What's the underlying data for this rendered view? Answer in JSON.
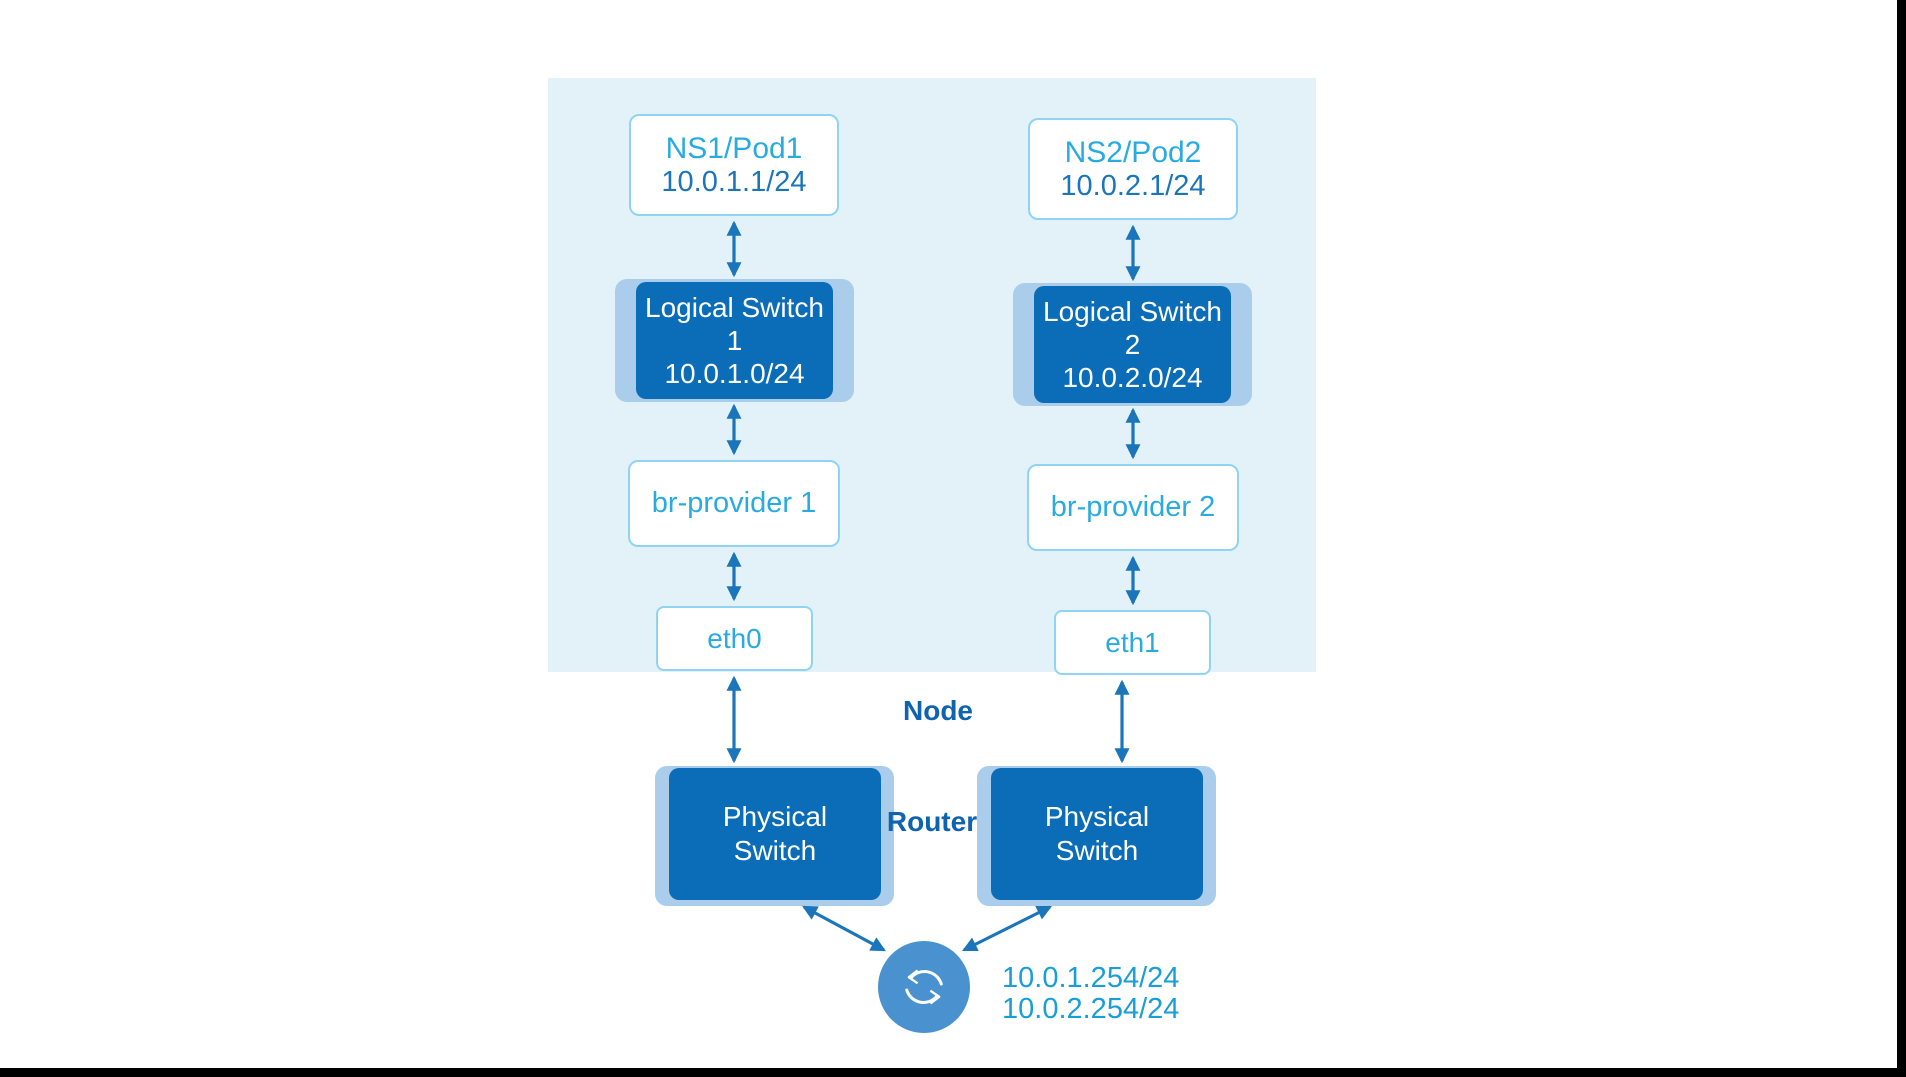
{
  "diagram": {
    "node_label": "Node",
    "router_label": "Router",
    "router_ips": [
      "10.0.1.254/24",
      "10.0.2.254/24"
    ],
    "columns": [
      {
        "pod_title": "NS1/Pod1",
        "pod_ip": "10.0.1.1/24",
        "switch_title": "Logical Switch 1",
        "switch_subnet": "10.0.1.0/24",
        "bridge_label": "br-provider 1",
        "nic_label": "eth0"
      },
      {
        "pod_title": "NS2/Pod2",
        "pod_ip": "10.0.2.1/24",
        "switch_title": "Logical Switch 2",
        "switch_subnet": "10.0.2.0/24",
        "bridge_label": "br-provider 2",
        "nic_label": "eth1"
      }
    ],
    "physical_switches": [
      {
        "line1": "Physical",
        "line2": "Switch"
      },
      {
        "line1": "Physical",
        "line2": "Switch"
      }
    ],
    "icons": {
      "router_icon": "sync-arrows-icon"
    },
    "colors": {
      "panel_bg": "#e3f1f9",
      "dark_box": "#0b6cb8",
      "box_shadow": "#a9cdea",
      "box_border": "#8fd4f3",
      "cyan_text": "#29abe2",
      "blue_text": "#1b75bb",
      "label_text": "#0e64ae",
      "arrow": "#1b75bb",
      "router_circle": "#4a92cf",
      "ip_text": "#189fd9",
      "letterbox": "#000000"
    }
  }
}
